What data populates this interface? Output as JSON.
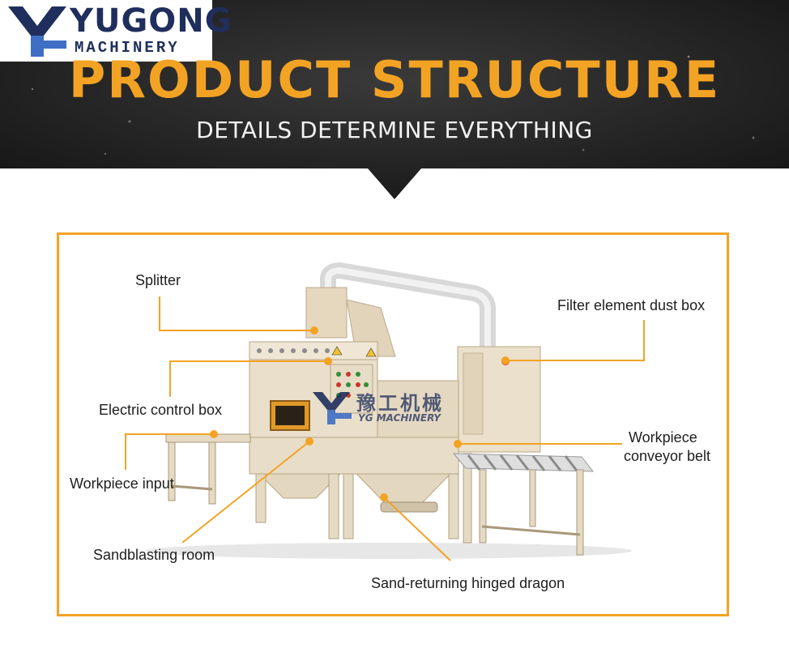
{
  "brand": {
    "name": "YUGONG",
    "sub": "MACHINERY"
  },
  "header": {
    "title": "PRODUCT  STRUCTURE",
    "subtitle": "DETAILS DETERMINE EVERYTHING"
  },
  "watermark": {
    "cn": "豫工机械",
    "en": "YG MACHINERY"
  },
  "labels": {
    "splitter": "Splitter",
    "filter": "Filter element dust box",
    "electric": "Electric control box",
    "conveyor_1": "Workpiece",
    "conveyor_2": "conveyor belt",
    "input": "Workpiece input",
    "room": "Sandblasting room",
    "dragon": "Sand-returning hinged dragon"
  },
  "colors": {
    "accent": "#f3a324",
    "banner_bg": "#1f1f1f",
    "logo_blue": "#1f2e5c",
    "machine_body": "#e8dcc6"
  }
}
